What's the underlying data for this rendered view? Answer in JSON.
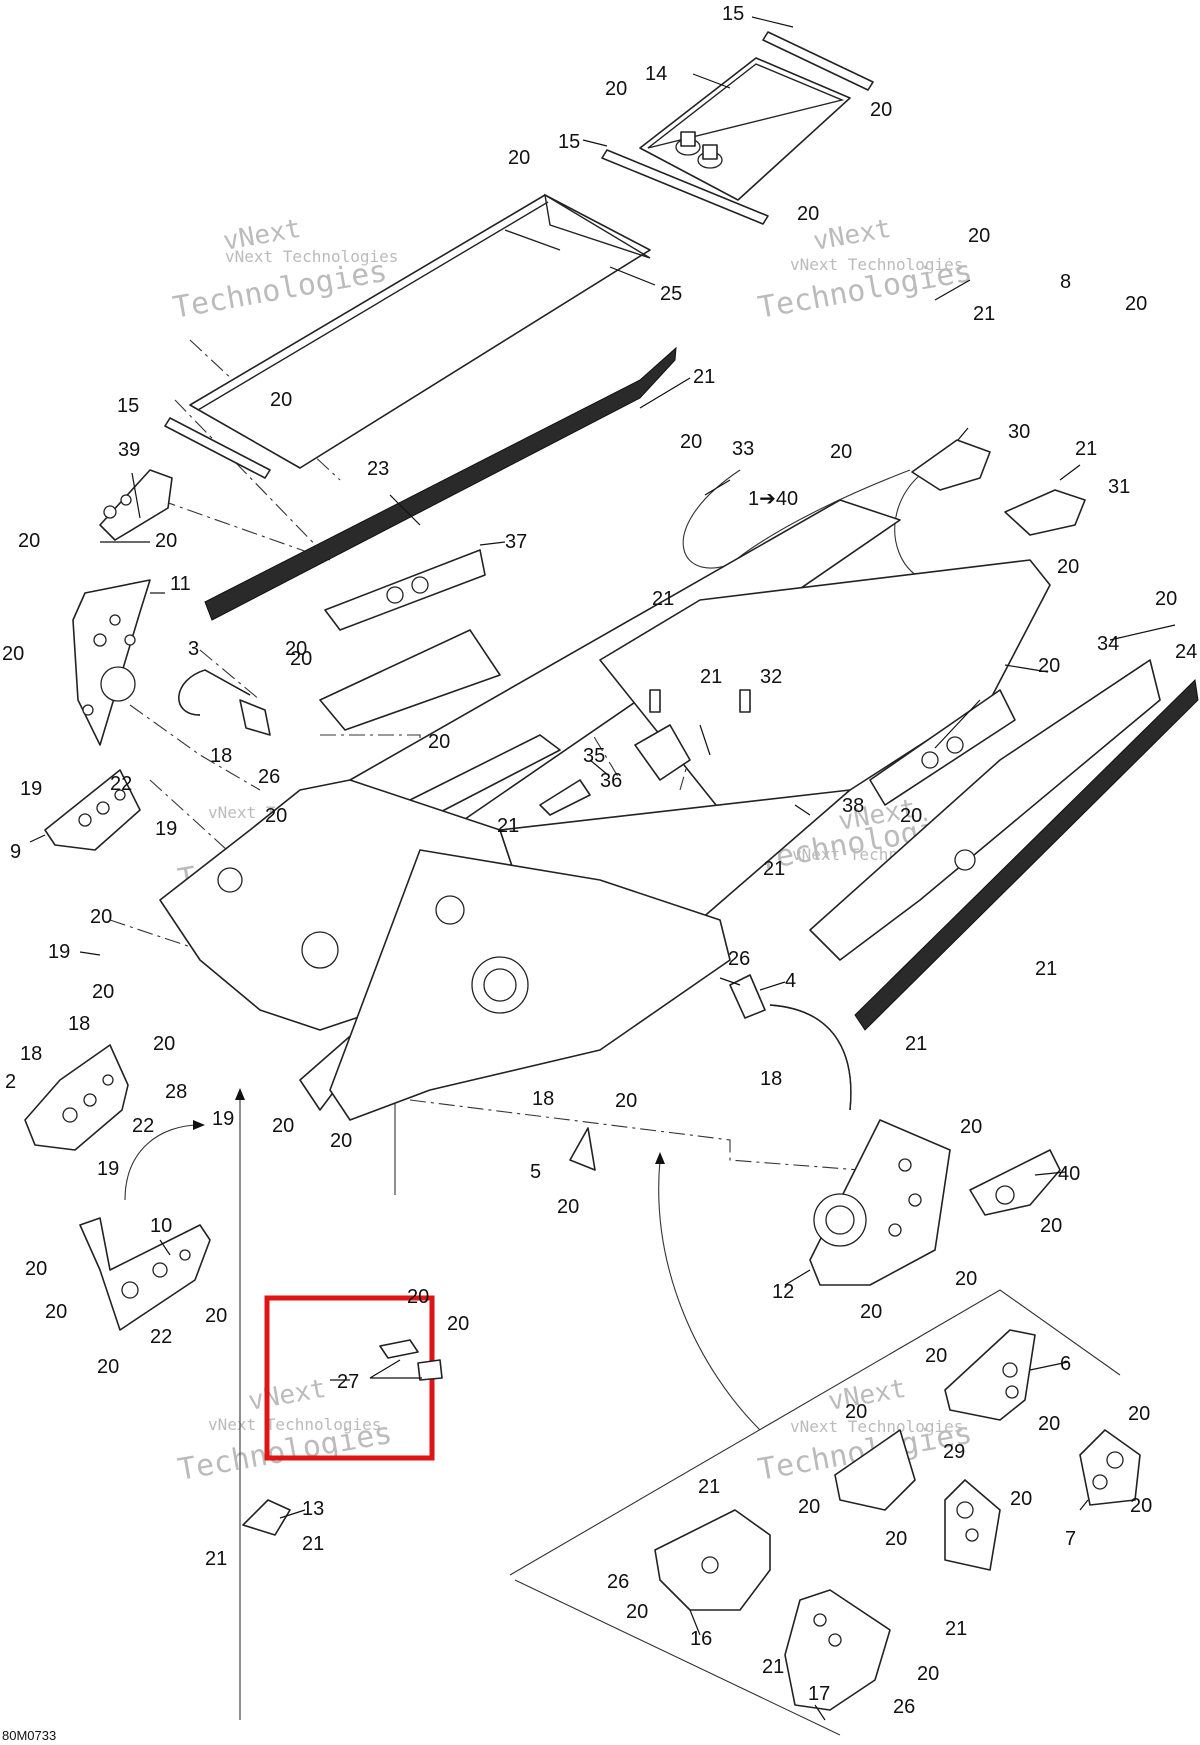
{
  "document": {
    "code": "80M0733",
    "watermark_line1": "vNext Technologies",
    "watermark_line2": "vNext",
    "watermark_line3": "Technologies"
  },
  "callouts": {
    "c15a": "15",
    "c14": "14",
    "c20a": "20",
    "c20b": "20",
    "c20c": "20",
    "c15b": "15",
    "c20d": "20",
    "c25": "25",
    "c15c": "15",
    "c20e": "20",
    "c21a": "21",
    "c20f": "20",
    "c8": "8",
    "c20g": "20",
    "c21b": "21",
    "c30": "30",
    "c21c": "21",
    "c31": "31",
    "c39": "39",
    "c20h": "20",
    "c20i": "20",
    "c23": "23",
    "c20j": "20",
    "c33": "33",
    "c20k": "20",
    "c140": "1➔40",
    "c37": "37",
    "c20l": "20",
    "c20m": "20",
    "c24": "24",
    "c11": "11",
    "c20n": "20",
    "c21d": "21",
    "c3": "3",
    "c20o": "20",
    "c21e": "21",
    "c32": "32",
    "c20p": "20",
    "c34": "34",
    "c18a": "18",
    "c26a": "26",
    "c20q": "20",
    "c35": "35",
    "c36": "36",
    "c19a": "19",
    "c22a": "22",
    "c19b": "19",
    "c20r": "20",
    "c21f": "21",
    "c38": "38",
    "c20s": "20",
    "c9": "9",
    "c20t": "20",
    "c21g": "21",
    "c19c": "19",
    "c20u": "20",
    "c26b": "26",
    "c4": "4",
    "c18b": "18",
    "c18c": "18",
    "c20v": "20",
    "c2": "2",
    "c28": "28",
    "c22b": "22",
    "c19d": "19",
    "c20w": "20",
    "c20x": "20",
    "c18d": "18",
    "c20y": "20",
    "c21h": "21",
    "c5": "5",
    "c20z": "20",
    "c20aa": "20",
    "c40": "40",
    "c10": "10",
    "c20ab": "20",
    "c20ac": "20",
    "c20ad": "20",
    "c22c": "22",
    "c20ae": "20",
    "c20af": "20",
    "c12": "12",
    "c20ag": "20",
    "c20ah": "20",
    "c27": "27",
    "c20ai": "20",
    "c20aj": "20",
    "c6": "6",
    "c20ak": "20",
    "c20al": "20",
    "c29": "29",
    "c13": "13",
    "c21i": "21",
    "c21j": "21",
    "c21k": "21",
    "c20am": "20",
    "c20an": "20",
    "c7": "7",
    "c20ao": "20",
    "c20ap": "20",
    "c26c": "26",
    "c20aq": "20",
    "c16": "16",
    "c21l": "21",
    "c21m": "21",
    "c20ar": "20",
    "c17": "17",
    "c26d": "26",
    "c18e": "18"
  },
  "highlight": {
    "color": "#e01414"
  }
}
